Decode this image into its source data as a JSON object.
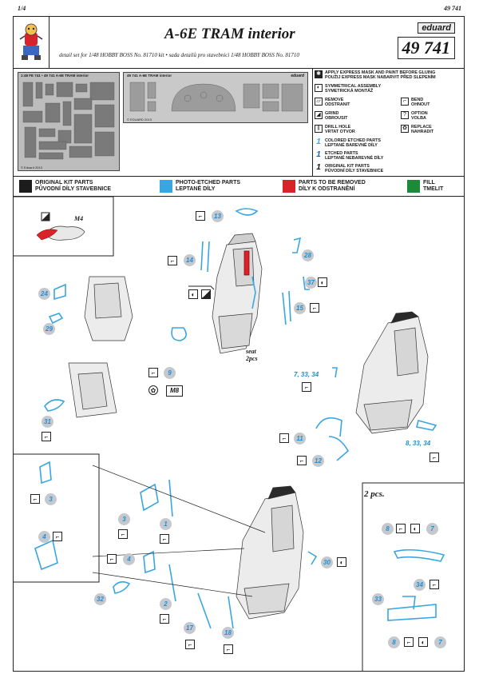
{
  "page": {
    "number": "1/4",
    "code": "49 741"
  },
  "header": {
    "title": "A-6E TRAM interior",
    "subtitle": "detail set for 1/48 HOBBY BOSS  No. 81710 kit • sada detailů pro stavebnici 1/48 HOBBY BOSS No. 81710",
    "brand": "eduard",
    "code": "49 741"
  },
  "sheet": {
    "left_label": "1:48  FE  741  •  49  741  A-6E  TRAM  interior",
    "right_label": "49  741  A-6E  TRAM  interior",
    "right_brand": "eduard",
    "left_foot": "© Eduard 2013",
    "right_foot": "© EDUARD 2013"
  },
  "legend": [
    {
      "icon": "express-mask-icon",
      "glyph": "✱",
      "text": "APPLY EXPRESS MASK AND PAINT BEFORE GLUING\nPOUŽIJ EXPRESS MASK NABARVIT PŘED SLEPENÍM"
    },
    {
      "icon": "symmetrical-icon",
      "glyph": "◐",
      "text": "SYMMETRICAL ASSEMBLY\nSYMETRICKÁ MONTÁŽ"
    },
    {
      "icon": "remove-icon",
      "glyph": "▱",
      "text": "REMOVE\nODSTRANIT"
    },
    {
      "icon": "bend-icon",
      "glyph": "⌐",
      "text": "BEND\nOHNOUT"
    },
    {
      "icon": "grind-icon",
      "glyph": "◢",
      "text": "GRIND\nOBROUSIT"
    },
    {
      "icon": "option-icon",
      "glyph": "?",
      "text": "OPTION\nVOLBA"
    },
    {
      "icon": "drill-icon",
      "glyph": "⫼",
      "text": "DRILL HOLE\nVRTAT OTVOR"
    },
    {
      "icon": "replace-icon",
      "glyph": "✿",
      "text": "REPLACE\nNAHRADIT"
    },
    {
      "icon": "colored-etched-icon",
      "glyph": "1",
      "text": "COLORED ETCHED PARTS\nLEPTANÉ BAREVNÉ DÍLY"
    },
    {
      "icon": "etched-icon",
      "glyph": "1",
      "text": "ETCHED PARTS\nLEPTANÉ NEBAREVNÉ DÍLY"
    },
    {
      "icon": "original-icon",
      "glyph": "1",
      "text": "ORIGINAL KIT PARTS\nPŮVODNÍ DÍLY STAVEBNICE"
    }
  ],
  "colors": {
    "original": "#1c1c1c",
    "etched": "#3aa6e0",
    "remove": "#d8232a",
    "fill": "#1d8a3a",
    "callout": "#1f8fd6"
  },
  "color_legend": [
    {
      "label": "ORIGINAL KIT PARTS\nPŮVODNÍ DÍLY STAVEBNICE",
      "color": "#1c1c1c"
    },
    {
      "label": "PHOTO-ETCHED PARTS\nLEPTANÉ DÍLY",
      "color": "#3aa6e0"
    },
    {
      "label": "PARTS TO BE REMOVED\nDÍLY K ODSTRANĚNÍ",
      "color": "#d8232a"
    },
    {
      "label": "FILL\nTMELIT",
      "color": "#1d8a3a"
    }
  ],
  "diagram": {
    "m4": "M4",
    "m8": "M8",
    "seat_label": "seat\n2pcs",
    "two_pcs": "2 pcs.",
    "parts": [
      "13",
      "14",
      "28",
      "37",
      "15",
      "24",
      "29",
      "9",
      "31",
      "11",
      "12",
      "3",
      "1",
      "4",
      "2",
      "32",
      "17",
      "18",
      "30",
      "8",
      "7",
      "34",
      "33"
    ],
    "multi1": "7, 33, 34",
    "multi2": "8, 33, 34"
  }
}
